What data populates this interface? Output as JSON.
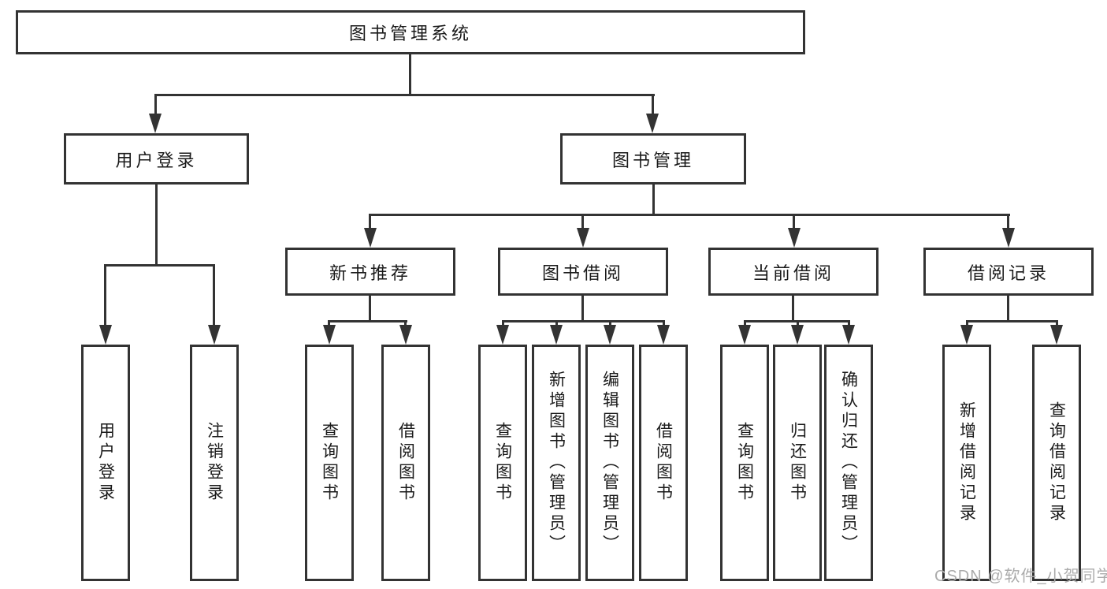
{
  "diagram": {
    "root": {
      "label": "图书管理系统"
    },
    "level2": [
      {
        "label": "用户登录"
      },
      {
        "label": "图书管理"
      }
    ],
    "level3": [
      {
        "label": "新书推荐"
      },
      {
        "label": "图书借阅"
      },
      {
        "label": "当前借阅"
      },
      {
        "label": "借阅记录"
      }
    ],
    "leaves": [
      {
        "label": "用户登录"
      },
      {
        "label": "注销登录"
      },
      {
        "label": "查询图书"
      },
      {
        "label": "借阅图书"
      },
      {
        "label": "查询图书"
      },
      {
        "label": "新增图书（管理员）"
      },
      {
        "label": "编辑图书（管理员）"
      },
      {
        "label": "借阅图书"
      },
      {
        "label": "查询图书"
      },
      {
        "label": "归还图书"
      },
      {
        "label": "确认归还（管理员）"
      },
      {
        "label": "新增借阅记录"
      },
      {
        "label": "查询借阅记录"
      }
    ]
  },
  "watermark": {
    "text": "CSDN @软件_小贺同学"
  },
  "colors": {
    "line": "#333333",
    "text": "#1a1a1a",
    "watermark": "#ababab",
    "background": "#ffffff"
  }
}
